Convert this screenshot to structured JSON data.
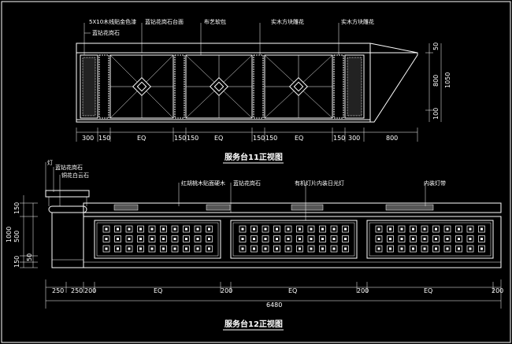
{
  "drawing": {
    "elevation_11": {
      "title": "服务台11正视图",
      "labels": {
        "trim": "5X10木线贴金色漆",
        "stone_left": "蓝钻花岗石",
        "stone_top": "蓝钻花岗石台面",
        "fabric": "布艺软包",
        "wood_carving_1": "实木方块雕花",
        "wood_carving_2": "实木方块雕花"
      },
      "dims_bottom": [
        "300",
        "150",
        "EQ",
        "150",
        "150",
        "EQ",
        "150",
        "150",
        "EQ",
        "150",
        "300",
        "800"
      ],
      "dims_right": [
        "50",
        "800",
        "1050",
        "100"
      ]
    },
    "elevation_12": {
      "title": "服务台12正视图",
      "labels": {
        "lamp": "灯",
        "stone_1": "蓝钻花岗石",
        "stone_2": "铜花白云石",
        "veneer": "红胡桃木贴面硬木",
        "stone_3": "蓝钻花岗石",
        "light": "有机灯片内装日光灯",
        "strip": "内装灯带"
      },
      "dims_left": [
        "150",
        "1000",
        "500",
        "150",
        "50"
      ],
      "dims_bottom": [
        "250",
        "250",
        "200",
        "EQ",
        "200",
        "EQ",
        "200",
        "EQ",
        "200"
      ],
      "total": "6480"
    }
  }
}
